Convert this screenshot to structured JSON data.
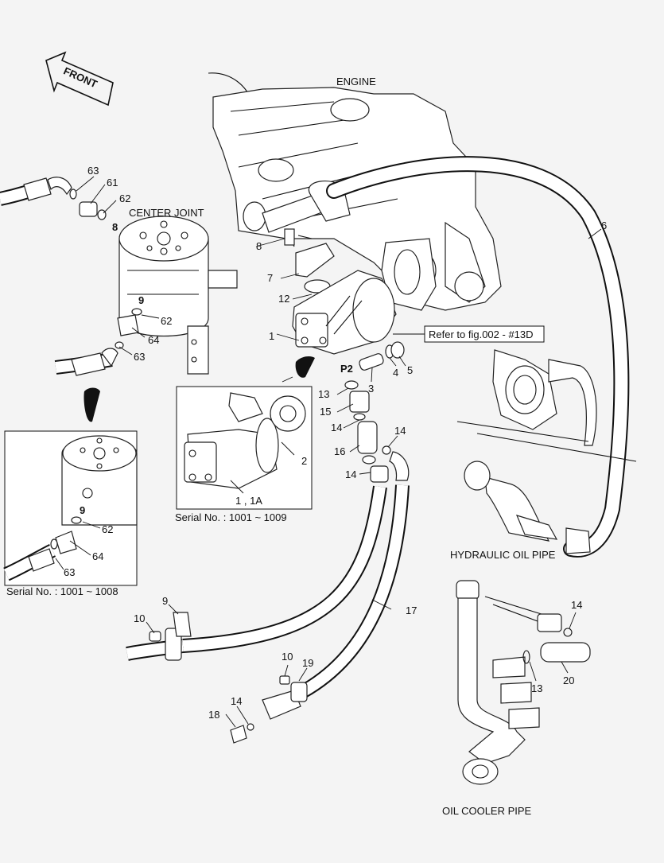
{
  "front_arrow": {
    "label": "FRONT"
  },
  "captions": {
    "engine": "ENGINE",
    "center_joint": "CENTER JOINT",
    "hydraulic_oil_pipe": "HYDRAULIC OIL PIPE",
    "oil_cooler_pipe": "OIL COOLER PIPE",
    "refer": "Refer to fig.002 - #13D",
    "serial_pump": "Serial No. : 1001 ~ 1009",
    "serial_joint": "Serial No. : 1001 ~ 1008"
  },
  "labels": {
    "p1": "1",
    "p2": "2",
    "p3": "3",
    "p4": "4",
    "p5": "5",
    "p6": "6",
    "p7": "7",
    "p8_engine": "8",
    "p8_joint": "8",
    "p9_joint": "9",
    "p9_inset": "9",
    "p9_clamp": "9",
    "p10_a": "10",
    "p10_b": "10",
    "p12": "12",
    "p13_a": "13",
    "p13_b": "13",
    "p14_a": "14",
    "p14_b": "14",
    "p14_c": "14",
    "p14_d": "14",
    "p14_e": "14",
    "p15": "15",
    "p16": "16",
    "p17": "17",
    "p18": "18",
    "p19": "19",
    "p20": "20",
    "p1_1a": "1 , 1A",
    "pP2": "P2",
    "p61": "61",
    "p62_a": "62",
    "p62_b": "62",
    "p62_c": "62",
    "p63_a": "63",
    "p63_b": "63",
    "p63_c": "63",
    "p64_a": "64",
    "p64_b": "64"
  }
}
